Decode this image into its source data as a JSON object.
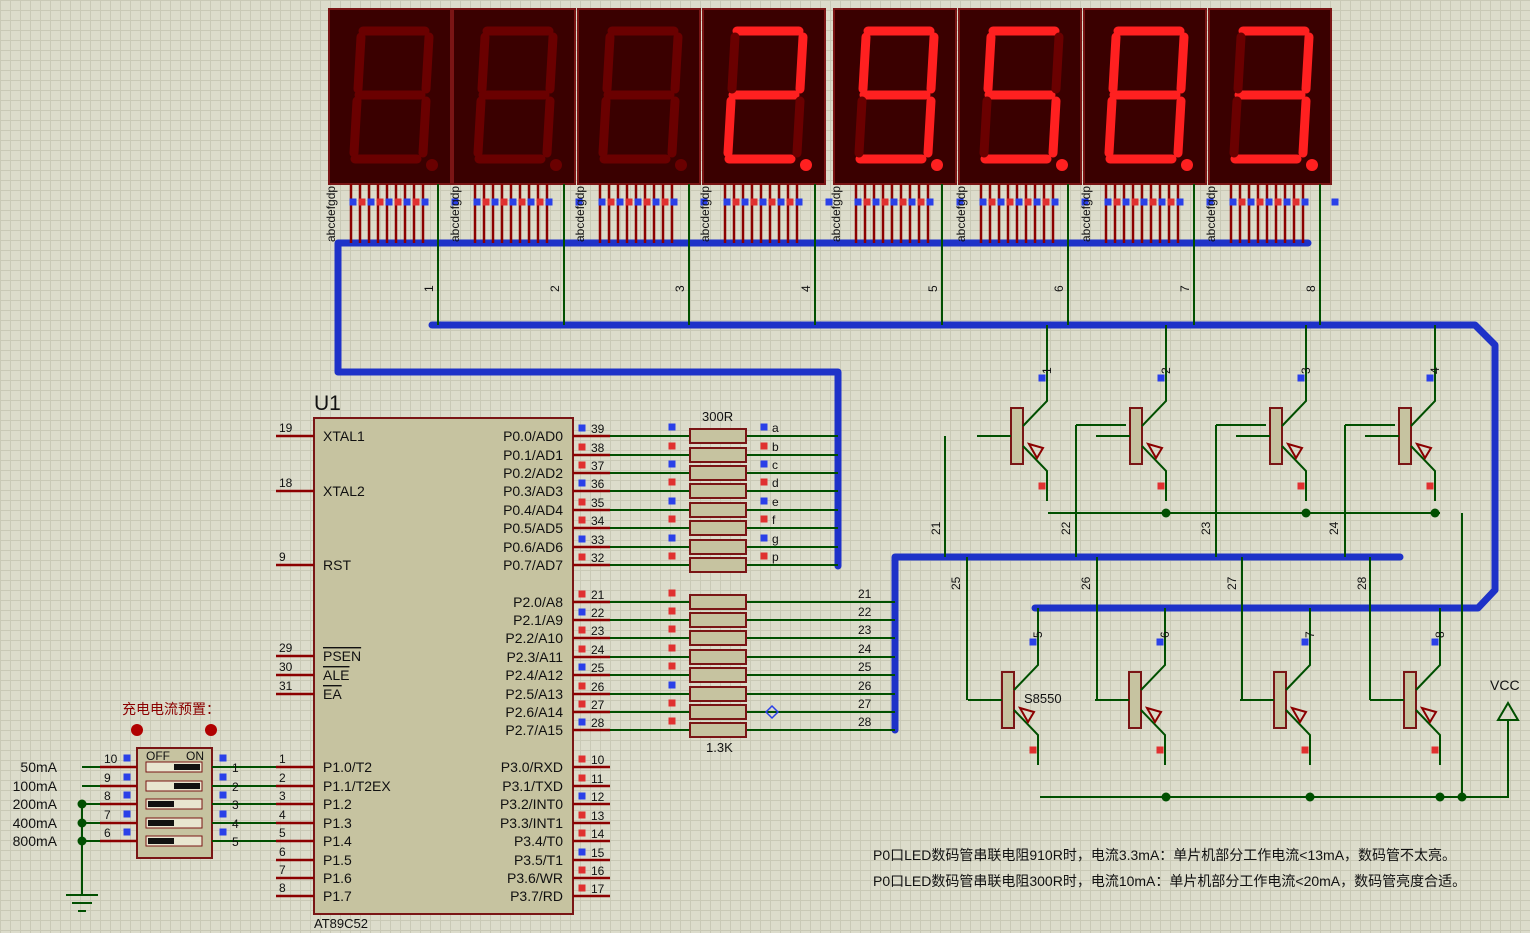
{
  "display": {
    "digits": [
      "8",
      "8",
      "8",
      "2",
      "9",
      "5",
      "8",
      "3"
    ],
    "lit": [
      false,
      false,
      false,
      true,
      true,
      true,
      true,
      true
    ],
    "digit_pin_labels": [
      "1",
      "2",
      "3",
      "4",
      "5",
      "6",
      "7",
      "8"
    ],
    "segment_pin_text": "abcdefgdp",
    "lit_color": "#ff2020",
    "dim_color": "#6a0000",
    "body_color": "#3a0000"
  },
  "mcu": {
    "ref": "U1",
    "part": "AT89C52",
    "left_pins": [
      {
        "num": "19",
        "name": "XTAL1"
      },
      {
        "num": "18",
        "name": "XTAL2"
      },
      {
        "num": "9",
        "name": "RST"
      },
      {
        "num": "29",
        "name": "PSEN"
      },
      {
        "num": "30",
        "name": "ALE"
      },
      {
        "num": "31",
        "name": "EA"
      },
      {
        "num": "1",
        "name": "P1.0/T2"
      },
      {
        "num": "2",
        "name": "P1.1/T2EX"
      },
      {
        "num": "3",
        "name": "P1.2"
      },
      {
        "num": "4",
        "name": "P1.3"
      },
      {
        "num": "5",
        "name": "P1.4"
      },
      {
        "num": "6",
        "name": "P1.5"
      },
      {
        "num": "7",
        "name": "P1.6"
      },
      {
        "num": "8",
        "name": "P1.7"
      }
    ],
    "right_pins": [
      {
        "num": "39",
        "name": "P0.0/AD0"
      },
      {
        "num": "38",
        "name": "P0.1/AD1"
      },
      {
        "num": "37",
        "name": "P0.2/AD2"
      },
      {
        "num": "36",
        "name": "P0.3/AD3"
      },
      {
        "num": "35",
        "name": "P0.4/AD4"
      },
      {
        "num": "34",
        "name": "P0.5/AD5"
      },
      {
        "num": "33",
        "name": "P0.6/AD6"
      },
      {
        "num": "32",
        "name": "P0.7/AD7"
      },
      {
        "num": "21",
        "name": "P2.0/A8"
      },
      {
        "num": "22",
        "name": "P2.1/A9"
      },
      {
        "num": "23",
        "name": "P2.2/A10"
      },
      {
        "num": "24",
        "name": "P2.3/A11"
      },
      {
        "num": "25",
        "name": "P2.4/A12"
      },
      {
        "num": "26",
        "name": "P2.5/A13"
      },
      {
        "num": "27",
        "name": "P2.6/A14"
      },
      {
        "num": "28",
        "name": "P2.7/A15"
      },
      {
        "num": "10",
        "name": "P3.0/RXD"
      },
      {
        "num": "11",
        "name": "P3.1/TXD"
      },
      {
        "num": "12",
        "name": "P3.2/INT0"
      },
      {
        "num": "13",
        "name": "P3.3/INT1"
      },
      {
        "num": "14",
        "name": "P3.4/T0"
      },
      {
        "num": "15",
        "name": "P3.5/T1"
      },
      {
        "num": "16",
        "name": "P3.6/WR"
      },
      {
        "num": "17",
        "name": "P3.7/RD"
      }
    ]
  },
  "resistors": {
    "top_label": "300R",
    "bottom_label": "1.3K",
    "segment_nets": [
      "a",
      "b",
      "c",
      "d",
      "e",
      "f",
      "g",
      "p"
    ],
    "p2_nets": [
      "21",
      "22",
      "23",
      "24",
      "25",
      "26",
      "27",
      "28"
    ]
  },
  "dip_switch": {
    "title": "充电电流预置：",
    "off_label": "OFF",
    "on_label": "ON",
    "left_pins": [
      "10",
      "9",
      "8",
      "7",
      "6"
    ],
    "right_pins": [
      "1",
      "2",
      "3",
      "4",
      "5"
    ],
    "currents": [
      "50mA",
      "100mA",
      "200mA",
      "400mA",
      "800mA"
    ],
    "states": [
      "on",
      "on",
      "off",
      "off",
      "off"
    ]
  },
  "transistors": {
    "part": "S8550",
    "top_collector_nets": [
      "1",
      "2",
      "3",
      "4"
    ],
    "top_base_nets": [
      "21",
      "22",
      "23",
      "24"
    ],
    "bottom_collector_nets": [
      "5",
      "6",
      "7",
      "8"
    ],
    "bottom_base_nets": [
      "25",
      "26",
      "27",
      "28"
    ]
  },
  "power": {
    "vcc_label": "VCC"
  },
  "notes": [
    "P0口LED数码管串联电阻910R时，电流3.3mA：单片机部分工作电流<13mA，数码管不太亮。",
    "P0口LED数码管串联电阻300R时，电流10mA：单片机部分工作电流<20mA，数码管亮度合适。"
  ]
}
